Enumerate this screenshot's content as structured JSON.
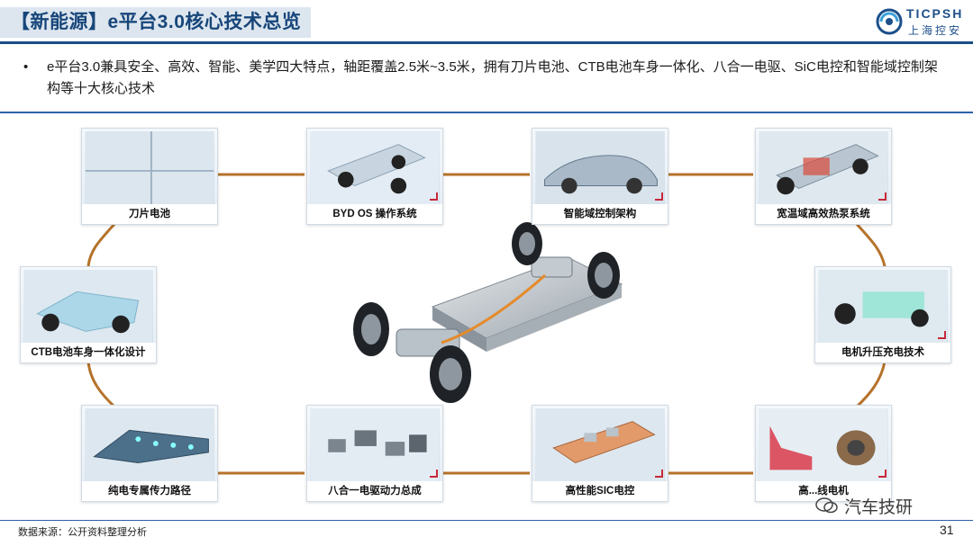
{
  "header": {
    "title": "【新能源】e平台3.0核心技术总览",
    "logo_name": "TICPSH",
    "logo_sub": "上海控安"
  },
  "bullet": {
    "marker": "•",
    "text": "e平台3.0兼具安全、高效、智能、美学四大特点，轴距覆盖2.5米~3.5米，拥有刀片电池、CTB电池车身一体化、八合一电驱、SiC电控和智能域控制架构等十大核心技术"
  },
  "cards": [
    {
      "label": "刀片电池",
      "icon": "blade-battery"
    },
    {
      "label": "BYD OS 操作系统",
      "icon": "byd-os"
    },
    {
      "label": "智能域控制架构",
      "icon": "car-silhouette"
    },
    {
      "label": "宽温域高效热泵系统",
      "icon": "heat-pump"
    },
    {
      "label": "CTB电池车身一体化设计",
      "icon": "ctb-body"
    },
    {
      "label": "电机升压充电技术",
      "icon": "motor-boost"
    },
    {
      "label": "纯电专属传力路径",
      "icon": "force-path"
    },
    {
      "label": "八合一电驱动力总成",
      "icon": "eight-in-one"
    },
    {
      "label": "高性能SIC电控",
      "icon": "sic-controller"
    },
    {
      "label": "高...线电机",
      "icon": "flat-wire-motor"
    }
  ],
  "footer": {
    "source": "数据来源：公开资料整理分析",
    "page": "31",
    "wechat": "汽车技研"
  },
  "colors": {
    "title_blue": "#17467a",
    "rule_blue": "#2b62a8",
    "connector_brown": "#b5722a",
    "corner_red": "#c8283a"
  }
}
